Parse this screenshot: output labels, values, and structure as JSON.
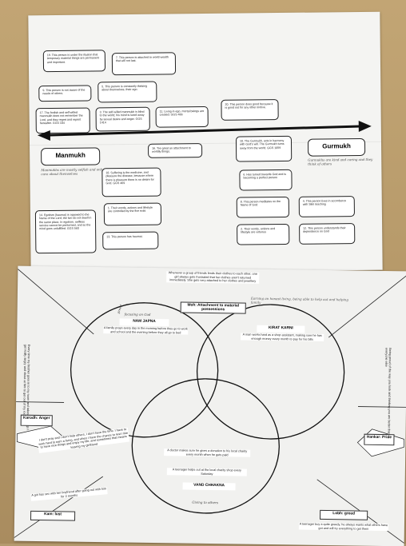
{
  "sheet1": {
    "left_title": "Manmukh",
    "right_title": "Gurmukh",
    "left_note": "Manmukhs are mostly selfish and only care about themselves",
    "right_note": "Gurmukhs are kind and caring and they think of others",
    "boxes": [
      "19. This person is under the illusion that temporary material things are permanent and important.",
      "7. This person is attached to world wealth that will not last.",
      "5. This person is constantly thinking about themselves, their ego.",
      "9. This person is not aware of the needs of others.",
      "17. The foolish and self-willed manmukh does not remember the Lord, and they regret and repent hereafter. GGS 184",
      "3. The self-willed manmukh is blind to the world; his mind is lured away by sexual desire and anger. GGS 1414",
      "11. Living in ego, mortal beings are created. GGS 466",
      "20. This person does good because it is good not for any other motive.",
      "16. Too great an attachment to worldly things.",
      "18. Suffering is the medicine, and pleasure the disease, because where there is pleasure there is no desire for God. GGS 469",
      "10. The Gurmukh, acts in harmony with God's will. The Gurmukh turns away from the world. GGS 1059",
      "6. Has turned towards God and is becoming a perfect person",
      "1. Their words, actions and lifestyle are controlled by the five evils",
      "14. Egotism (haumai) is opposed to the Name of the Lord; the two do not dwell in the same place. In egotism, selfless service cannot be performed, and so the mind goes unfulfilled. GGS 560",
      "13. This person has haumai.",
      "8. This person meditates on the Name of God",
      "4. This person lives in accordance with Sikh teaching",
      "2. Their words, actions and lifestyle are virtuous",
      "12. This person understands their dependence on God"
    ]
  },
  "sheet2": {
    "moh_label": "Moh: Attachment to material possessions",
    "moh_text": "Whenever a group of friends lends their clothes to each other, one girl always gets frustrated that her clothes aren't returned immediately. She gets very attached to her clothes and jewellery",
    "nam_label": "NAM JAPNA",
    "nam_text": "A family prays every day in the morning before they go to work and school and the evening before they all go to bed",
    "kirat_label": "KIRAT KARNI",
    "kirat_text": "A man works hard as a shop assistant, making sure he has enough money every month to pay for his bills",
    "vand_label": "VAND CHHAKNA",
    "vand_text1": "A doctor makes sure he gives a donation to his local charity every month when he gets paid",
    "vand_text2": "A teenager helps out at the local charity shop every Saturday",
    "karodh_label": "Karodh: Anger",
    "karodh_text": "Every time my brother goes in to my room and takes my things I get really angry and shout at him to get out of my room",
    "hankar_label": "Hankar: Pride",
    "hankar_text": "Being proud of the way you look and thinking you are better than everyone else",
    "kam_label": "Kam: lust",
    "kam_text": "A girl has sex with her boyfriend after going out with him for 2 months",
    "lobh_label": "Lobh: greed",
    "lobh_text": "A teenager buy a quite greedy, he always wants what others have got and will try everything to get them",
    "self_text": "I don't pray and I don't help others, I don't have the time. I have to work hard to earn a living, and when I have the chance to rest I like to have nice things and enjoy my life, and sometimes that means leaving my girlfriend",
    "hw_greed": "greed",
    "hw_kirat": "Earning an honest living, being able to help out and helping family",
    "hw_nam": "focusing on God",
    "hw_vand": "Giving to others"
  }
}
